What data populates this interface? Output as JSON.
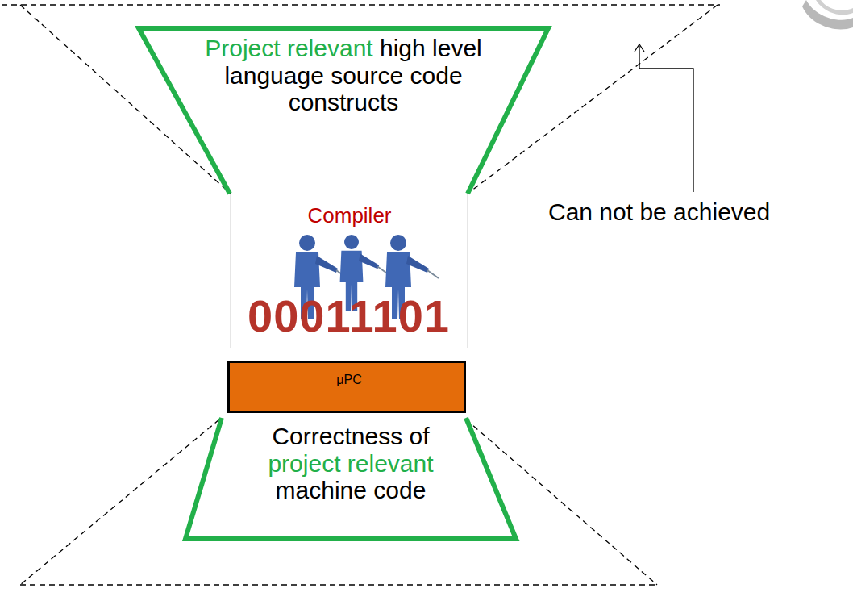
{
  "diagram": {
    "nodes": [
      {
        "text": [
          "Project relevant",
          "high level language source code constructs"
        ]
      },
      {
        "text": [
          "Compiler"
        ]
      },
      {
        "text": [
          "μPC"
        ]
      },
      {
        "text": [
          "Correctness of",
          "project relevant",
          "machine code"
        ]
      }
    ],
    "labels": [
      "Can not be achieved",
      "00011101"
    ]
  }
}
